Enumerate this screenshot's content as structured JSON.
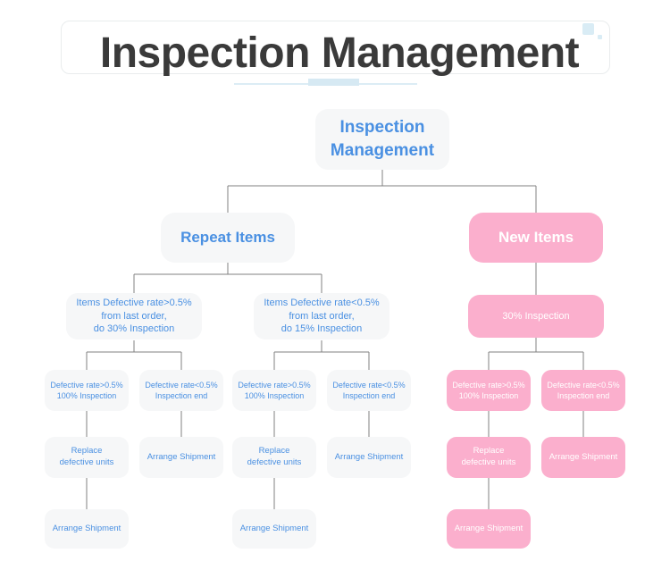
{
  "header": {
    "title": "Inspection Management",
    "deco_square_large": "decorative-square",
    "deco_square_small": "decorative-dot"
  },
  "theme": {
    "blue_bg": "#f6f7f8",
    "blue_text": "#4a90e2",
    "pink_bg": "#fbafcd",
    "pink_text": "#ffffff",
    "connector": "#808080",
    "title_text": "#3a3a3a",
    "accent_light_blue": "#d9ecf5"
  },
  "diagram": {
    "type": "tree-flowchart",
    "root": {
      "label": "Inspection\nManagement",
      "color": "blue"
    },
    "branches": [
      {
        "label": "Repeat Items",
        "color": "blue",
        "children": [
          {
            "label": "Items Defective rate>0.5%\nfrom last order,\ndo 30% Inspection",
            "color": "blue",
            "children": [
              {
                "label": "Defective rate>0.5%\n100% Inspection",
                "color": "blue",
                "children": [
                  {
                    "label": "Replace\ndefective units",
                    "color": "blue",
                    "children": [
                      {
                        "label": "Arrange Shipment",
                        "color": "blue"
                      }
                    ]
                  }
                ]
              },
              {
                "label": "Defective rate<0.5%\nInspection end",
                "color": "blue",
                "children": [
                  {
                    "label": "Arrange Shipment",
                    "color": "blue"
                  }
                ]
              }
            ]
          },
          {
            "label": "Items Defective rate<0.5%\nfrom last order,\ndo 15% Inspection",
            "color": "blue",
            "children": [
              {
                "label": "Defective rate>0.5%\n100% Inspection",
                "color": "blue",
                "children": [
                  {
                    "label": "Replace\ndefective units",
                    "color": "blue",
                    "children": [
                      {
                        "label": "Arrange Shipment",
                        "color": "blue"
                      }
                    ]
                  }
                ]
              },
              {
                "label": "Defective rate<0.5%\nInspection end",
                "color": "blue",
                "children": [
                  {
                    "label": "Arrange Shipment",
                    "color": "blue"
                  }
                ]
              }
            ]
          }
        ]
      },
      {
        "label": "New Items",
        "color": "pink",
        "children": [
          {
            "label": "30% Inspection",
            "color": "pink",
            "children": [
              {
                "label": "Defective rate>0.5%\n100% Inspection",
                "color": "pink",
                "children": [
                  {
                    "label": "Replace\ndefective units",
                    "color": "pink",
                    "children": [
                      {
                        "label": "Arrange Shipment",
                        "color": "pink"
                      }
                    ]
                  }
                ]
              },
              {
                "label": "Defective rate<0.5%\nInspection end",
                "color": "pink",
                "children": [
                  {
                    "label": "Arrange Shipment",
                    "color": "pink"
                  }
                ]
              }
            ]
          }
        ]
      }
    ],
    "nodes": {
      "root": "Inspection\nManagement",
      "repeat_items": "Repeat Items",
      "new_items": "New Items",
      "repeat_gt": "Items Defective rate>0.5%\nfrom last order,\ndo 30% Inspection",
      "repeat_lt": "Items Defective rate<0.5%\nfrom last order,\ndo 15% Inspection",
      "new_30": "30% Inspection",
      "a_gt": "Defective rate>0.5%\n100% Inspection",
      "a_lt": "Defective rate<0.5%\nInspection end",
      "b_gt": "Defective rate>0.5%\n100% Inspection",
      "b_lt": "Defective rate<0.5%\nInspection end",
      "c_gt": "Defective rate>0.5%\n100% Inspection",
      "c_lt": "Defective rate<0.5%\nInspection end",
      "a_replace": "Replace\ndefective units",
      "a_arrange": "Arrange Shipment",
      "b_replace": "Replace\ndefective units",
      "b_arrange": "Arrange Shipment",
      "c_replace": "Replace\ndefective units",
      "c_arrange": "Arrange Shipment",
      "a_ship_final": "Arrange Shipment",
      "b_ship_final": "Arrange Shipment",
      "c_ship_final": "Arrange Shipment"
    }
  }
}
